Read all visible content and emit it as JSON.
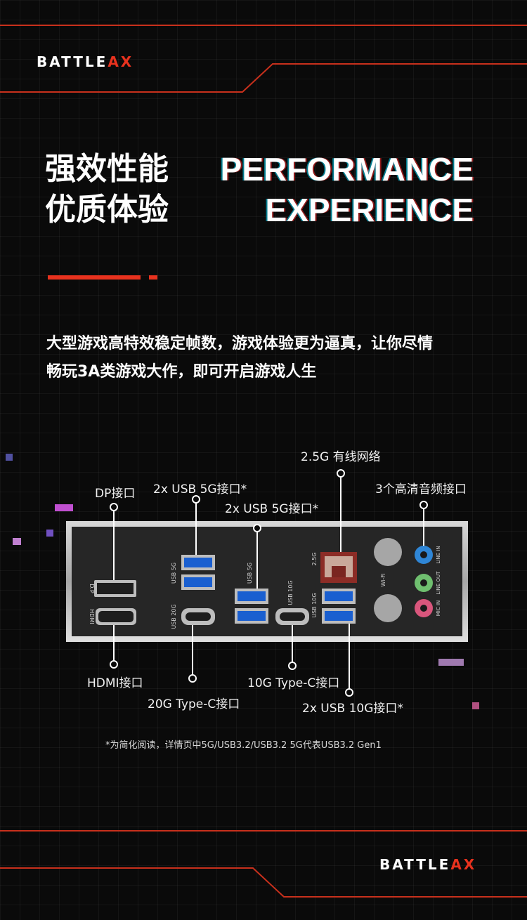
{
  "brand": {
    "logo_main": "BATTLE",
    "logo_accent": "AX"
  },
  "heading": {
    "cn_line1": "强效性能",
    "cn_line2": "优质体验",
    "en_line1": "PERFORMANCE",
    "en_line2": "EXPERIENCE"
  },
  "body": {
    "line1": "大型游戏高特效稳定帧数，游戏体验更为逼真，让你尽情",
    "line2": "畅玩3A类游戏大作，即可开启游戏人生"
  },
  "labels": {
    "lan": "2.5G 有线网络",
    "usb5g_left": "2x USB 5G接口*",
    "audio": "3个高清音频接口",
    "dp": "DP接口",
    "usb5g_mid": "2x USB 5G接口*",
    "hdmi": "HDMI接口",
    "typec20g": "20G Type-C接口",
    "typec10g": "10G Type-C接口",
    "usb10g": "2x USB 10G接口*"
  },
  "panel_text": {
    "dp": "D.P",
    "hdmi": "HDMI",
    "usb5g_a": "USB 5G",
    "usb20g": "USB 20G",
    "usb5g_b": "USB 5G",
    "usb10g_a": "USB 10G",
    "usb10g_b": "USB 10G",
    "lan": "2.5G",
    "wifi": "Wi-Fi",
    "line_in": "LINE IN",
    "line_out": "LINE OUT",
    "mic_in": "MIC IN"
  },
  "footnote": "*为简化阅读，详情页中5G/USB3.2/USB3.2 5G代表USB3.2 Gen1",
  "colors": {
    "accent": "#e8321e",
    "usb_blue": "#1a5fd0",
    "line_in": "#2f86d6",
    "line_out": "#6fbf6f",
    "mic_in": "#d9567c"
  }
}
